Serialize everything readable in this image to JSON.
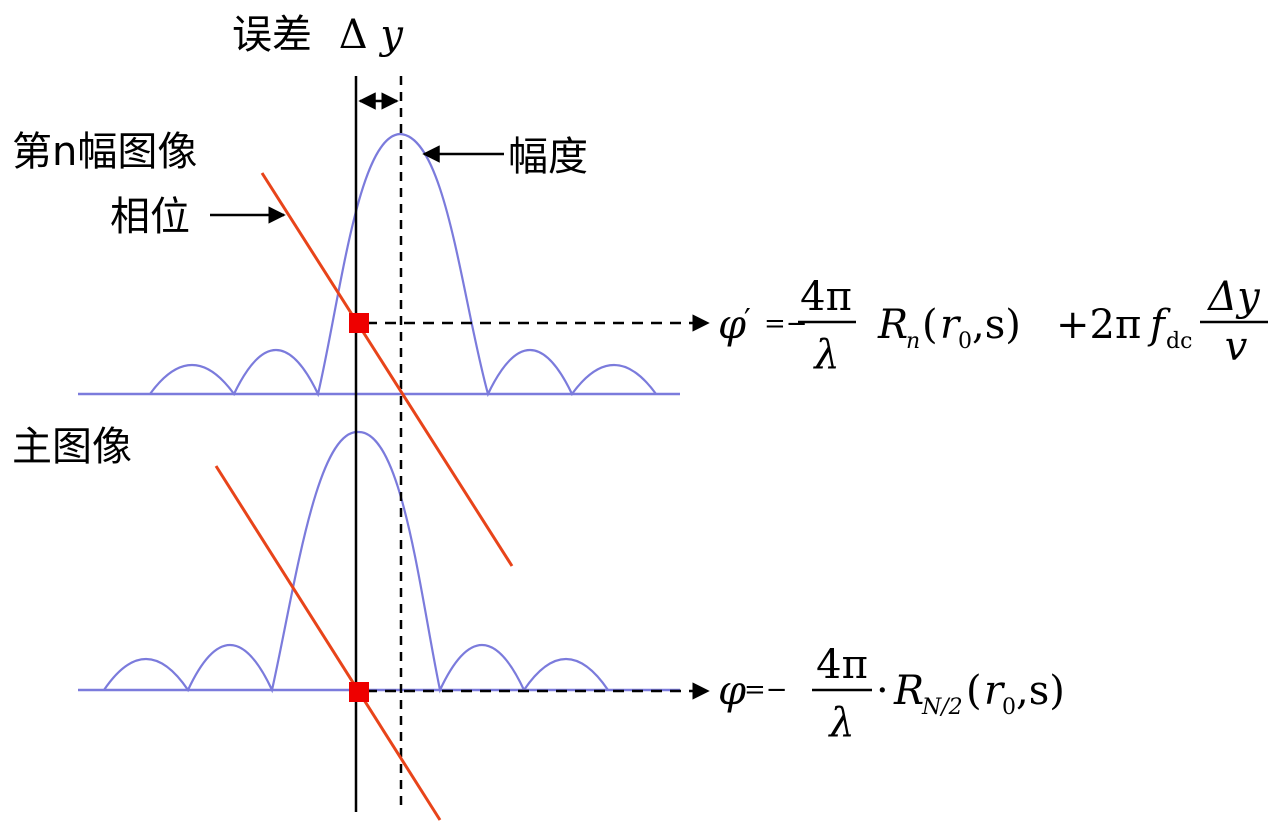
{
  "labels": {
    "error_prefix": "误差",
    "error_symbol": "Δ",
    "error_var": "y",
    "nth_image": "第n幅图像",
    "phase": "相位",
    "amplitude": "幅度",
    "main_image": "主图像"
  },
  "formula_top": {
    "phi": "φ",
    "prime": "′",
    "eq": "=−",
    "num1": "4π",
    "den1": "λ",
    "R": "R",
    "R_sub": "n",
    "args_open": "(",
    "r": "r",
    "r_sub": "0",
    "args_rest": ",s)",
    "plus": "+2π",
    "f": "f",
    "f_sub": "dc",
    "num2": "Δy",
    "den2": "v"
  },
  "formula_bottom": {
    "phi": "φ",
    "eq": "=−",
    "num1": "4π",
    "den1": "λ",
    "dot": "·",
    "R": "R",
    "R_sub": "N/2",
    "args_open": "(",
    "r": "r",
    "r_sub": "0",
    "args_rest": ",s)"
  },
  "colors": {
    "amplitude_curve": "#7b7bdc",
    "phase_line": "#e8441a",
    "marker": "#ee0000",
    "axis": "#000000"
  }
}
